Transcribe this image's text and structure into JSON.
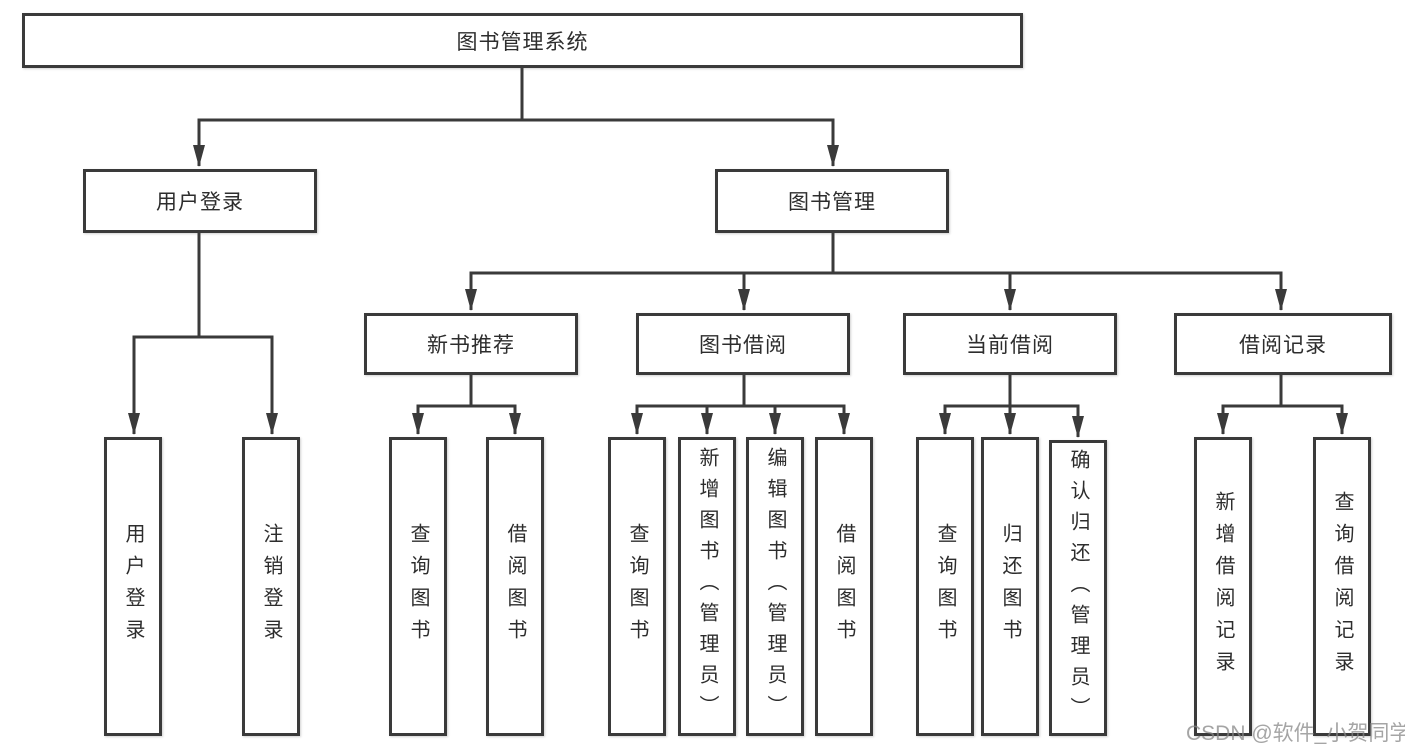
{
  "title": "图书管理系统",
  "watermark": "CSDN @软件_小贺同学",
  "colors": {
    "line": "#3a3a3a",
    "text": "#2d2d2d",
    "background": "#ffffff",
    "watermark": "#878787"
  },
  "tree": {
    "label": "图书管理系统",
    "children": [
      {
        "label": "用户登录",
        "children": [
          {
            "label": "用户登录"
          },
          {
            "label": "注销登录"
          }
        ]
      },
      {
        "label": "图书管理",
        "children": [
          {
            "label": "新书推荐",
            "children": [
              {
                "label": "查询图书"
              },
              {
                "label": "借阅图书"
              }
            ]
          },
          {
            "label": "图书借阅",
            "children": [
              {
                "label": "查询图书"
              },
              {
                "label": "新增图书（管理员）"
              },
              {
                "label": "编辑图书（管理员）"
              },
              {
                "label": "借阅图书"
              }
            ]
          },
          {
            "label": "当前借阅",
            "children": [
              {
                "label": "查询图书"
              },
              {
                "label": "归还图书"
              },
              {
                "label": "确认归还（管理员）"
              }
            ]
          },
          {
            "label": "借阅记录",
            "children": [
              {
                "label": "新增借阅记录"
              },
              {
                "label": "查询借阅记录"
              }
            ]
          }
        ]
      }
    ]
  }
}
